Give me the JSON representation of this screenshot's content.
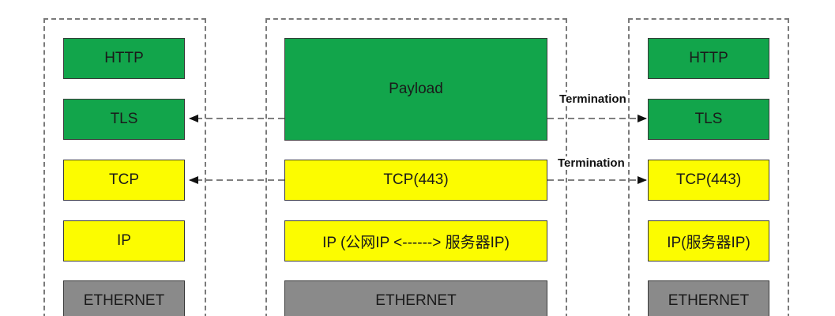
{
  "left_stack": {
    "http": "HTTP",
    "tls": "TLS",
    "tcp": "TCP",
    "ip": "IP",
    "ethernet": "ETHERNET"
  },
  "middle_stack": {
    "payload": "Payload",
    "tcp": "TCP(443)",
    "ip": "IP (公网IP <------> 服务器IP)",
    "ethernet": "ETHERNET"
  },
  "right_stack": {
    "http": "HTTP",
    "tls": "TLS",
    "tcp": "TCP(443)",
    "ip": "IP(服务器IP)",
    "ethernet": "ETHERNET"
  },
  "connections": {
    "tls_label": "Termination",
    "tcp_label": "Termination"
  },
  "colors": {
    "application_layer": "#12a54b",
    "transport_network_layer": "#fcfc00",
    "link_layer": "#8a8a8a",
    "dashed_line": "#555555"
  }
}
